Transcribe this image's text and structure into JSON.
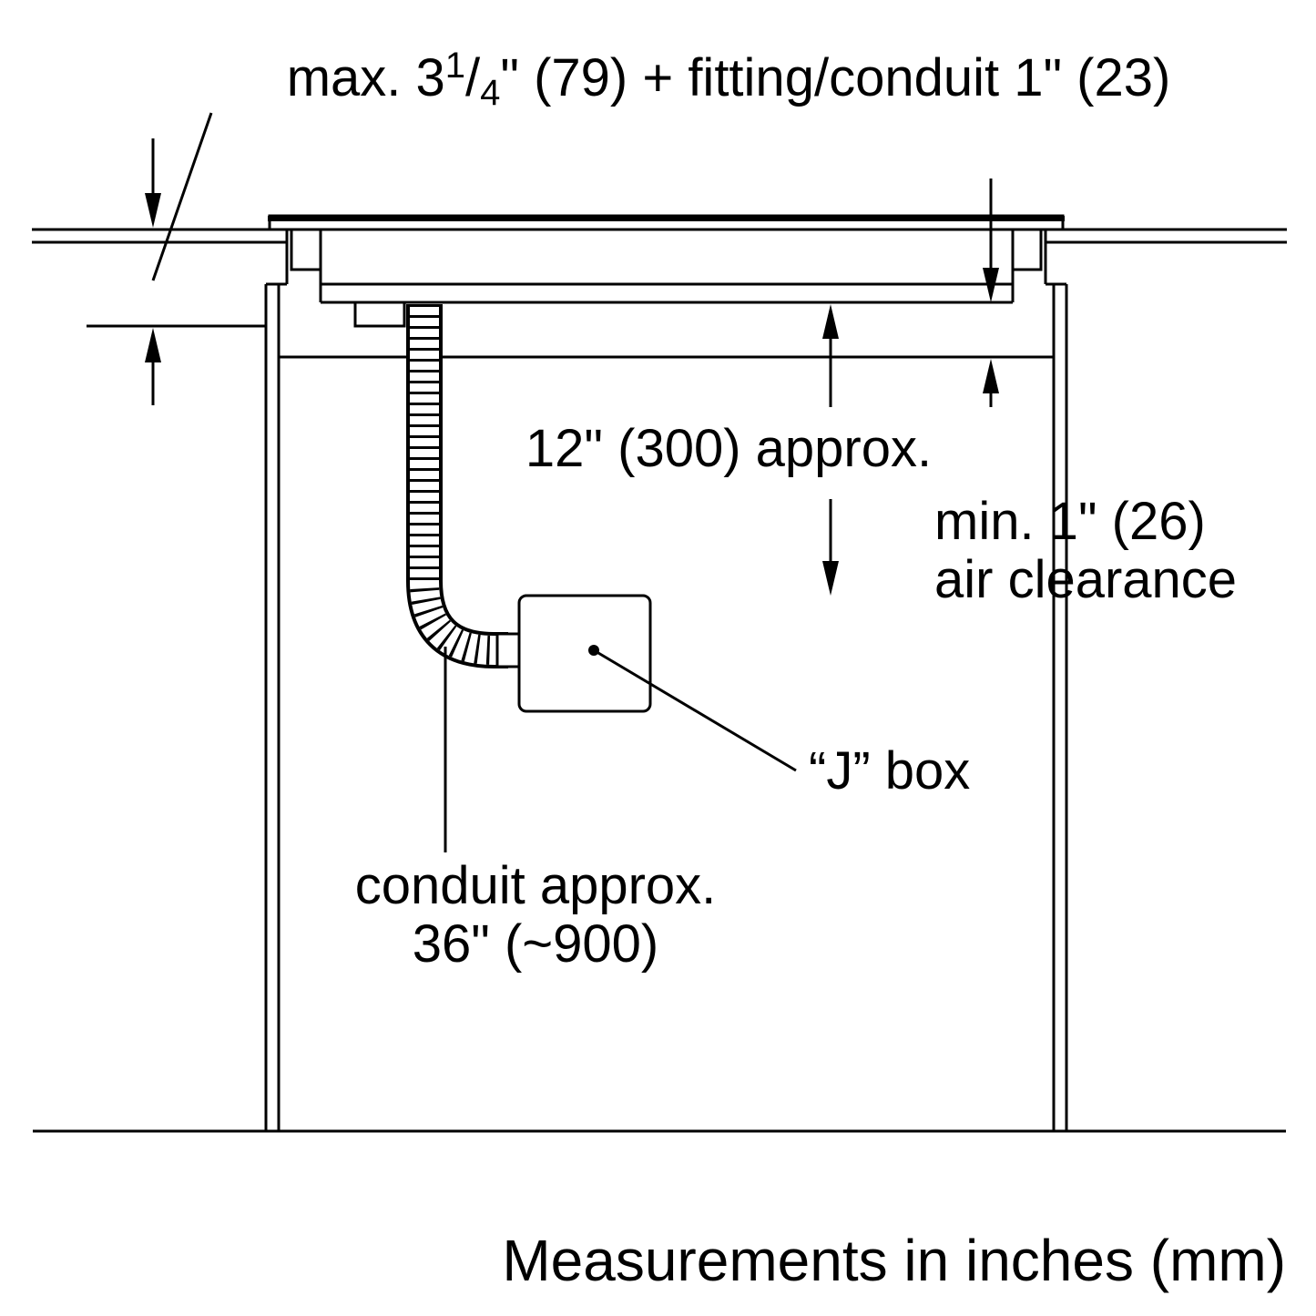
{
  "colors": {
    "ink": "#000000",
    "paper": "#ffffff"
  },
  "labels": {
    "top_dimension": {
      "prefix": "max. 3",
      "numerator": "1",
      "slash": "/",
      "denominator": "4",
      "suffix": "\" (79) + fitting/conduit 1\" (23)"
    },
    "depth_to_jbox": "12\" (300) approx.",
    "air_clearance_line1": "min. 1\" (26)",
    "air_clearance_line2": "air clearance",
    "jbox": "“J” box",
    "conduit_line1": "conduit approx.",
    "conduit_line2": "36\" (~900)",
    "footer": "Measurements in inches (mm)"
  }
}
